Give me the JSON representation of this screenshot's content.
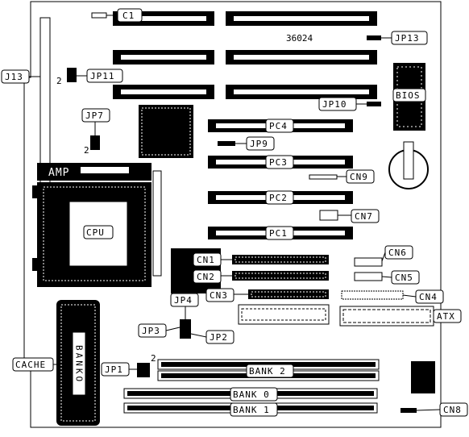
{
  "board_id": "36024",
  "labels": {
    "c1": "C1",
    "j13": "J13",
    "jp11": "JP11",
    "jp11_pin": "2",
    "jp13": "JP13",
    "bios": "BIOS",
    "jp10": "JP10",
    "jp7": "JP7",
    "jp7_pin": "2",
    "pc4": "PC4",
    "jp9": "JP9",
    "pc3": "PC3",
    "cn9": "CN9",
    "amp": "AMP",
    "pc2": "PC2",
    "cn7": "CN7",
    "cpu": "CPU",
    "pc1": "PC1",
    "cn1": "CN1",
    "cn6": "CN6",
    "cn2": "CN2",
    "cn5": "CN5",
    "cn3": "CN3",
    "cn4": "CN4",
    "jp4": "JP4",
    "atx": "ATX",
    "jp3": "JP3",
    "jp2": "JP2",
    "bank_vertical": "BANKO",
    "cache": "CACHE",
    "jp1": "JP1",
    "jp1_pin": "2",
    "bank2": "BANK 2",
    "bank0": "BANK 0",
    "bank1": "BANK 1",
    "cn8": "CN8"
  }
}
